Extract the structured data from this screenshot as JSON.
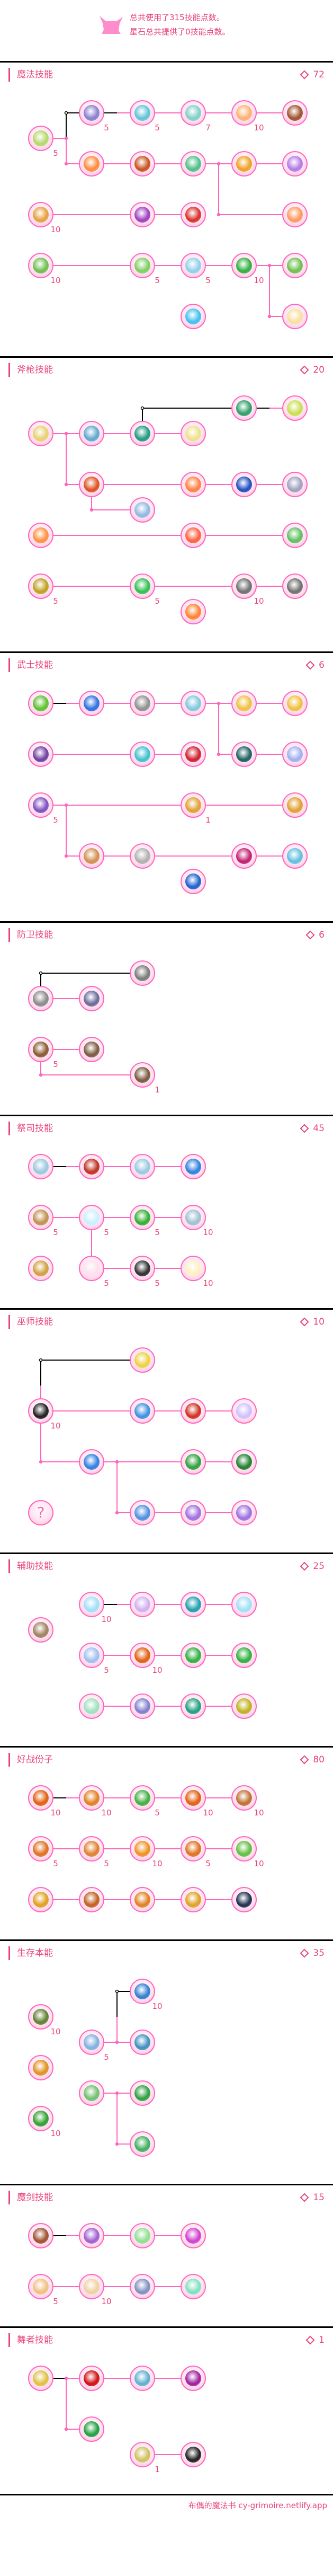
{
  "summary": {
    "used_line": "总共使用了315技能点数。",
    "stone_line": "星石总共提供了0技能点数。",
    "mascot_icon": "pink-cat-mascot-icon"
  },
  "colors": {
    "accent": "#e8457a",
    "link": "#ff66bb",
    "prereq": "#000000",
    "node_border": "#ff68bd"
  },
  "sections": [
    {
      "title": "魔法技能",
      "points": "72",
      "skills": [
        {
          "lv": "5",
          "icon": "ice-spear",
          "color": "#8a7fd0"
        },
        {
          "lv": "5",
          "icon": "ice-arrow",
          "color": "#5fc4d8"
        },
        {
          "lv": "7",
          "icon": "frozen-figure",
          "color": "#7fd0c8"
        },
        {
          "lv": "10",
          "icon": "flame-shell",
          "color": "#ffb070"
        },
        {
          "lv": "",
          "icon": "double-ring",
          "color": "#a0522d"
        },
        {
          "lv": "5",
          "icon": "magic-arrow",
          "color": "#b6d86a"
        },
        {
          "lv": "",
          "icon": "fire-pillar",
          "color": "#ff8a3a"
        },
        {
          "lv": "",
          "icon": "explosion",
          "color": "#c8541e"
        },
        {
          "lv": "",
          "icon": "tornado",
          "color": "#4fbf8a"
        },
        {
          "lv": "",
          "icon": "sun-burst",
          "color": "#f0a020"
        },
        {
          "lv": "",
          "icon": "purple-beam",
          "color": "#b37ae6"
        },
        {
          "lv": "10",
          "icon": "staff-burst",
          "color": "#e6a040"
        },
        {
          "lv": "",
          "icon": "daggers",
          "color": "#a040c0"
        },
        {
          "lv": "",
          "icon": "sun-lightning",
          "color": "#d8302a"
        },
        {
          "lv": "",
          "icon": "fire-drops",
          "color": "#ff9860"
        },
        {
          "lv": "10",
          "icon": "green-doll",
          "color": "#6fbf50"
        },
        {
          "lv": "5",
          "icon": "staff-green",
          "color": "#7fcf60"
        },
        {
          "lv": "5",
          "icon": "staff-light",
          "color": "#8fd0e8"
        },
        {
          "lv": "10",
          "icon": "green-figure",
          "color": "#30b040"
        },
        {
          "lv": "",
          "icon": "green-doll-2",
          "color": "#6fbf50"
        },
        {
          "lv": "",
          "icon": "blue-lotus",
          "color": "#40c0f0"
        },
        {
          "lv": "",
          "icon": "golden-dome",
          "color": "#f8e0a0"
        }
      ]
    },
    {
      "title": "斧枪技能",
      "points": "20",
      "skills": [
        {
          "lv": "",
          "icon": "dragon-head",
          "color": "#2f9f6a"
        },
        {
          "lv": "",
          "icon": "roar",
          "color": "#c8e050"
        },
        {
          "lv": "",
          "icon": "spear-thrust",
          "color": "#e8d070"
        },
        {
          "lv": "",
          "icon": "axe-strike",
          "color": "#5fa8d0"
        },
        {
          "lv": "",
          "icon": "dragon-axe",
          "color": "#209a80"
        },
        {
          "lv": "",
          "icon": "spear-drop",
          "color": "#f0e08a"
        },
        {
          "lv": "",
          "icon": "flame-axe",
          "color": "#e05020"
        },
        {
          "lv": "",
          "icon": "triple-slash",
          "color": "#ff8040"
        },
        {
          "lv": "",
          "icon": "blue-shield",
          "color": "#2050c0"
        },
        {
          "lv": "",
          "icon": "crossed-spears",
          "color": "#a0a0c0"
        },
        {
          "lv": "",
          "icon": "axe-glow",
          "color": "#90b8e0"
        },
        {
          "lv": "",
          "icon": "axe-orange",
          "color": "#ff9040"
        },
        {
          "lv": "",
          "icon": "axe-red",
          "color": "#ff6040"
        },
        {
          "lv": "",
          "icon": "green-whirl",
          "color": "#60c060"
        },
        {
          "lv": "5",
          "icon": "golden-warrior",
          "color": "#c0a020"
        },
        {
          "lv": "5",
          "icon": "green-aura",
          "color": "#30c050"
        },
        {
          "lv": "10",
          "icon": "shield-green",
          "color": "#707070"
        },
        {
          "lv": "",
          "icon": "shield-green-2",
          "color": "#707070"
        },
        {
          "lv": "",
          "icon": "spear-flash",
          "color": "#ff8030"
        }
      ]
    },
    {
      "title": "武士技能",
      "points": "6",
      "skills": [
        {
          "lv": "",
          "icon": "green-slash",
          "color": "#60c030"
        },
        {
          "lv": "",
          "icon": "blue-slash",
          "color": "#3070e0"
        },
        {
          "lv": "",
          "icon": "triple-blade",
          "color": "#909090"
        },
        {
          "lv": "",
          "icon": "sakura-swirl",
          "color": "#80c8e0"
        },
        {
          "lv": "",
          "icon": "star-blade",
          "color": "#f0c040"
        },
        {
          "lv": "",
          "icon": "star-blade-2",
          "color": "#f0c040"
        },
        {
          "lv": "",
          "icon": "katana-burst",
          "color": "#7040a0"
        },
        {
          "lv": "",
          "icon": "cyan-blade",
          "color": "#40c0d0"
        },
        {
          "lv": "",
          "icon": "red-blade",
          "color": "#d02030"
        },
        {
          "lv": "",
          "icon": "dragon-blade",
          "color": "#206060"
        },
        {
          "lv": "",
          "icon": "crossed-light",
          "color": "#a0b0f0"
        },
        {
          "lv": "5",
          "icon": "sword-glow",
          "color": "#8050c0"
        },
        {
          "lv": "1",
          "icon": "golden-sage",
          "color": "#e0a030"
        },
        {
          "lv": "",
          "icon": "golden-sage-2",
          "color": "#e0a030"
        },
        {
          "lv": "",
          "icon": "sword-hilt",
          "color": "#d09050"
        },
        {
          "lv": "",
          "icon": "sheath",
          "color": "#b0b0b0"
        },
        {
          "lv": "",
          "icon": "pink-figure",
          "color": "#c02070"
        },
        {
          "lv": "",
          "icon": "blade-star",
          "color": "#60c0e0"
        },
        {
          "lv": "",
          "icon": "blue-slash-flash",
          "color": "#2060d0"
        }
      ]
    },
    {
      "title": "防卫技能",
      "points": "6",
      "skills": [
        {
          "lv": "",
          "icon": "armor-cyan",
          "color": "#7a7a7a"
        },
        {
          "lv": "",
          "icon": "armor-orange",
          "color": "#8a8a8a"
        },
        {
          "lv": "",
          "icon": "armor-blue",
          "color": "#6a6a9a"
        },
        {
          "lv": "5",
          "icon": "leather-orange",
          "color": "#8a5a30"
        },
        {
          "lv": "",
          "icon": "leather-blue",
          "color": "#7a5a40"
        },
        {
          "lv": "1",
          "icon": "leather-purple",
          "color": "#7a5a40"
        }
      ]
    },
    {
      "title": "祭司技能",
      "points": "45",
      "skills": [
        {
          "lv": "",
          "icon": "priest-figure",
          "color": "#9ac8e0"
        },
        {
          "lv": "",
          "icon": "holy-shield",
          "color": "#c03020"
        },
        {
          "lv": "",
          "icon": "priest-figure-2",
          "color": "#9ac8e0"
        },
        {
          "lv": "",
          "icon": "blue-spirit",
          "color": "#3080e0"
        },
        {
          "lv": "5",
          "icon": "fist",
          "color": "#c09050"
        },
        {
          "lv": "5",
          "icon": "holy-star",
          "color": "#c8f0ff"
        },
        {
          "lv": "5",
          "icon": "green-ring",
          "color": "#30b030"
        },
        {
          "lv": "10",
          "icon": "rainbow-figure",
          "color": "#a0c0d0"
        },
        {
          "lv": "",
          "icon": "golden-staff",
          "color": "#d0a040"
        },
        {
          "lv": "5",
          "icon": "holy-cross",
          "color": "#ffe0ec"
        },
        {
          "lv": "5",
          "icon": "holy-book",
          "color": "#303030"
        },
        {
          "lv": "10",
          "icon": "light-burst",
          "color": "#fff0c0"
        }
      ]
    },
    {
      "title": "巫师技能",
      "points": "10",
      "skills": [
        {
          "lv": "",
          "icon": "thunder-cat",
          "color": "#f0d040"
        },
        {
          "lv": "10",
          "icon": "black-cat",
          "color": "#202020"
        },
        {
          "lv": "",
          "icon": "wind-cat",
          "color": "#4090e0"
        },
        {
          "lv": "",
          "icon": "fire-cat",
          "color": "#d03020"
        },
        {
          "lv": "",
          "icon": "light-orb",
          "color": "#d0c0ff"
        },
        {
          "lv": "",
          "icon": "blue-flame",
          "color": "#3080e0"
        },
        {
          "lv": "",
          "icon": "green-cat",
          "color": "#30a040"
        },
        {
          "lv": "",
          "icon": "clock-cat",
          "color": "#208030"
        },
        {
          "lv": "",
          "icon": "question",
          "color": "#ffd6ea",
          "glyph": "?"
        },
        {
          "lv": "",
          "icon": "blue-wing",
          "color": "#5090e0"
        },
        {
          "lv": "",
          "icon": "prism-up",
          "color": "#a070e0"
        },
        {
          "lv": "",
          "icon": "prism-up-2",
          "color": "#a070e0"
        }
      ]
    },
    {
      "title": "辅助技能",
      "points": "25",
      "skills": [
        {
          "lv": "10",
          "icon": "sparkles",
          "color": "#a0e0f8"
        },
        {
          "lv": "",
          "icon": "star-bubble",
          "color": "#d0b0f0"
        },
        {
          "lv": "",
          "icon": "party-dome",
          "color": "#20a0b0"
        },
        {
          "lv": "",
          "icon": "spiral-star",
          "color": "#a0e0f8"
        },
        {
          "lv": "",
          "icon": "healer-doll",
          "color": "#a08060"
        },
        {
          "lv": "5",
          "icon": "hourglass",
          "color": "#a0c0f0"
        },
        {
          "lv": "10",
          "icon": "party-fire",
          "color": "#e06010"
        },
        {
          "lv": "",
          "icon": "party-green",
          "color": "#30b040"
        },
        {
          "lv": "",
          "icon": "party-sword",
          "color": "#30b040"
        },
        {
          "lv": "",
          "icon": "hourglass-green",
          "color": "#a0e0c0"
        },
        {
          "lv": "",
          "icon": "party-purple",
          "color": "#8080d0"
        },
        {
          "lv": "",
          "icon": "party-teal",
          "color": "#20a080"
        },
        {
          "lv": "",
          "icon": "party-gold",
          "color": "#c0b020"
        }
      ]
    },
    {
      "title": "好战份子",
      "points": "80",
      "skills": [
        {
          "lv": "10",
          "icon": "staff-up",
          "color": "#e06010"
        },
        {
          "lv": "10",
          "icon": "staff-burst",
          "color": "#e08020"
        },
        {
          "lv": "5",
          "icon": "green-wand",
          "color": "#40b040"
        },
        {
          "lv": "10",
          "icon": "staff-double-up",
          "color": "#e06010"
        },
        {
          "lv": "10",
          "icon": "staff-star",
          "color": "#c07030"
        },
        {
          "lv": "5",
          "icon": "sword-up",
          "color": "#e07020"
        },
        {
          "lv": "5",
          "icon": "sword-burst",
          "color": "#e08030"
        },
        {
          "lv": "10",
          "icon": "spark-up",
          "color": "#f09020"
        },
        {
          "lv": "5",
          "icon": "sword-double-up",
          "color": "#e07020"
        },
        {
          "lv": "10",
          "icon": "green-sword",
          "color": "#60c040"
        },
        {
          "lv": "",
          "icon": "shield-up",
          "color": "#e0a020"
        },
        {
          "lv": "",
          "icon": "boot-up",
          "color": "#c06020"
        },
        {
          "lv": "",
          "icon": "target-up",
          "color": "#e08020"
        },
        {
          "lv": "",
          "icon": "shield-double-up",
          "color": "#e0a020"
        },
        {
          "lv": "",
          "icon": "shadow-doll",
          "color": "#203050"
        }
      ]
    },
    {
      "title": "生存本能",
      "points": "35",
      "skills": [
        {
          "lv": "10",
          "icon": "hp-up",
          "color": "#3080d0"
        },
        {
          "lv": "10",
          "icon": "green-dragon",
          "color": "#608030"
        },
        {
          "lv": "5",
          "icon": "sit-rest",
          "color": "#80b0e0"
        },
        {
          "lv": "",
          "icon": "blue-knight",
          "color": "#4090c0"
        },
        {
          "lv": "",
          "icon": "exp-up",
          "color": "#e09020"
        },
        {
          "lv": "",
          "icon": "sit-rest-green",
          "color": "#70c070"
        },
        {
          "lv": "",
          "icon": "mp-up",
          "color": "#30a040"
        },
        {
          "lv": "10",
          "icon": "drop-up",
          "color": "#30a030"
        },
        {
          "lv": "",
          "icon": "green-knight",
          "color": "#40b060"
        }
      ]
    },
    {
      "title": "魔剑技能",
      "points": "15",
      "skills": [
        {
          "lv": "",
          "icon": "scroll-ring",
          "color": "#a05030"
        },
        {
          "lv": "",
          "icon": "purple-sword",
          "color": "#a060d0"
        },
        {
          "lv": "",
          "icon": "green-wave",
          "color": "#90e090"
        },
        {
          "lv": "",
          "icon": "magenta-sword",
          "color": "#d040d0"
        },
        {
          "lv": "5",
          "icon": "golden-swirl",
          "color": "#f0c080"
        },
        {
          "lv": "10",
          "icon": "light-slash",
          "color": "#f0d0a0"
        },
        {
          "lv": "",
          "icon": "rainbow-sword",
          "color": "#8090c0"
        },
        {
          "lv": "",
          "icon": "neon-sword",
          "color": "#80e0c0"
        }
      ]
    },
    {
      "title": "舞者技能",
      "points": "1",
      "skills": [
        {
          "lv": "",
          "icon": "star-fan",
          "color": "#e0c040"
        },
        {
          "lv": "",
          "icon": "fire-fan",
          "color": "#d01010"
        },
        {
          "lv": "",
          "icon": "sky-fan",
          "color": "#60b0d0"
        },
        {
          "lv": "",
          "icon": "heart-fan",
          "color": "#a020a0"
        },
        {
          "lv": "",
          "icon": "green-fan",
          "color": "#20a040"
        },
        {
          "lv": "1",
          "icon": "gold-fan",
          "color": "#d0c060"
        },
        {
          "lv": "",
          "icon": "black-fan",
          "color": "#202020"
        }
      ]
    }
  ],
  "footer": {
    "text": "布偶的魔法书 cy-grimoire.netlify.app"
  }
}
